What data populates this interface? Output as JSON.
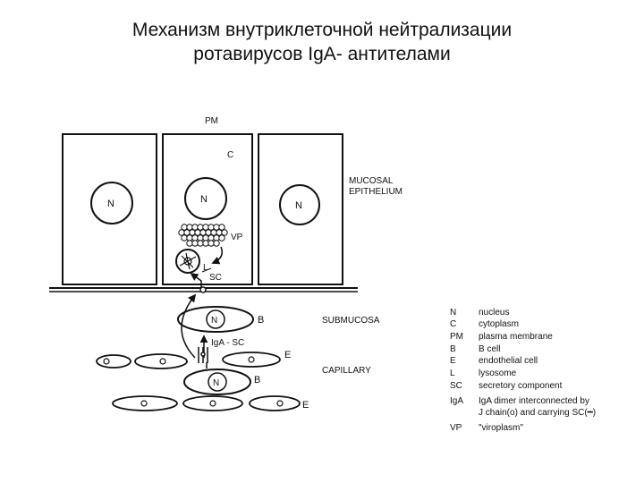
{
  "title": {
    "line1": "Механизм внутриклеточной нейтрализации",
    "line2": "ротавирусов IgA- антителами"
  },
  "labels": {
    "pm": "PM",
    "c": "C",
    "n": "N",
    "vp": "VP",
    "l": "L",
    "sc": "SC",
    "mucosal1": "MUCOSAL",
    "mucosal2": "EPITHELIUM",
    "b": "B",
    "submucosa": "SUBMUCOSA",
    "iga_sc": "IgA - SC",
    "e": "E",
    "capillary": "CAPILLARY"
  },
  "legend": [
    {
      "abbr": "N",
      "desc": "nucleus"
    },
    {
      "abbr": "C",
      "desc": "cytoplasm"
    },
    {
      "abbr": "PM",
      "desc": "plasma membrane"
    },
    {
      "abbr": "B",
      "desc": "B cell"
    },
    {
      "abbr": "E",
      "desc": "endothelial cell"
    },
    {
      "abbr": "L",
      "desc": "lysosome"
    },
    {
      "abbr": "SC",
      "desc": "secretory component"
    },
    {
      "abbr": "IgA",
      "desc": "IgA dimer interconnected by"
    },
    {
      "abbr": "",
      "desc": "J chain(o) and carrying SC(━)"
    },
    {
      "abbr": "VP",
      "desc": "\"viroplasm\""
    }
  ]
}
